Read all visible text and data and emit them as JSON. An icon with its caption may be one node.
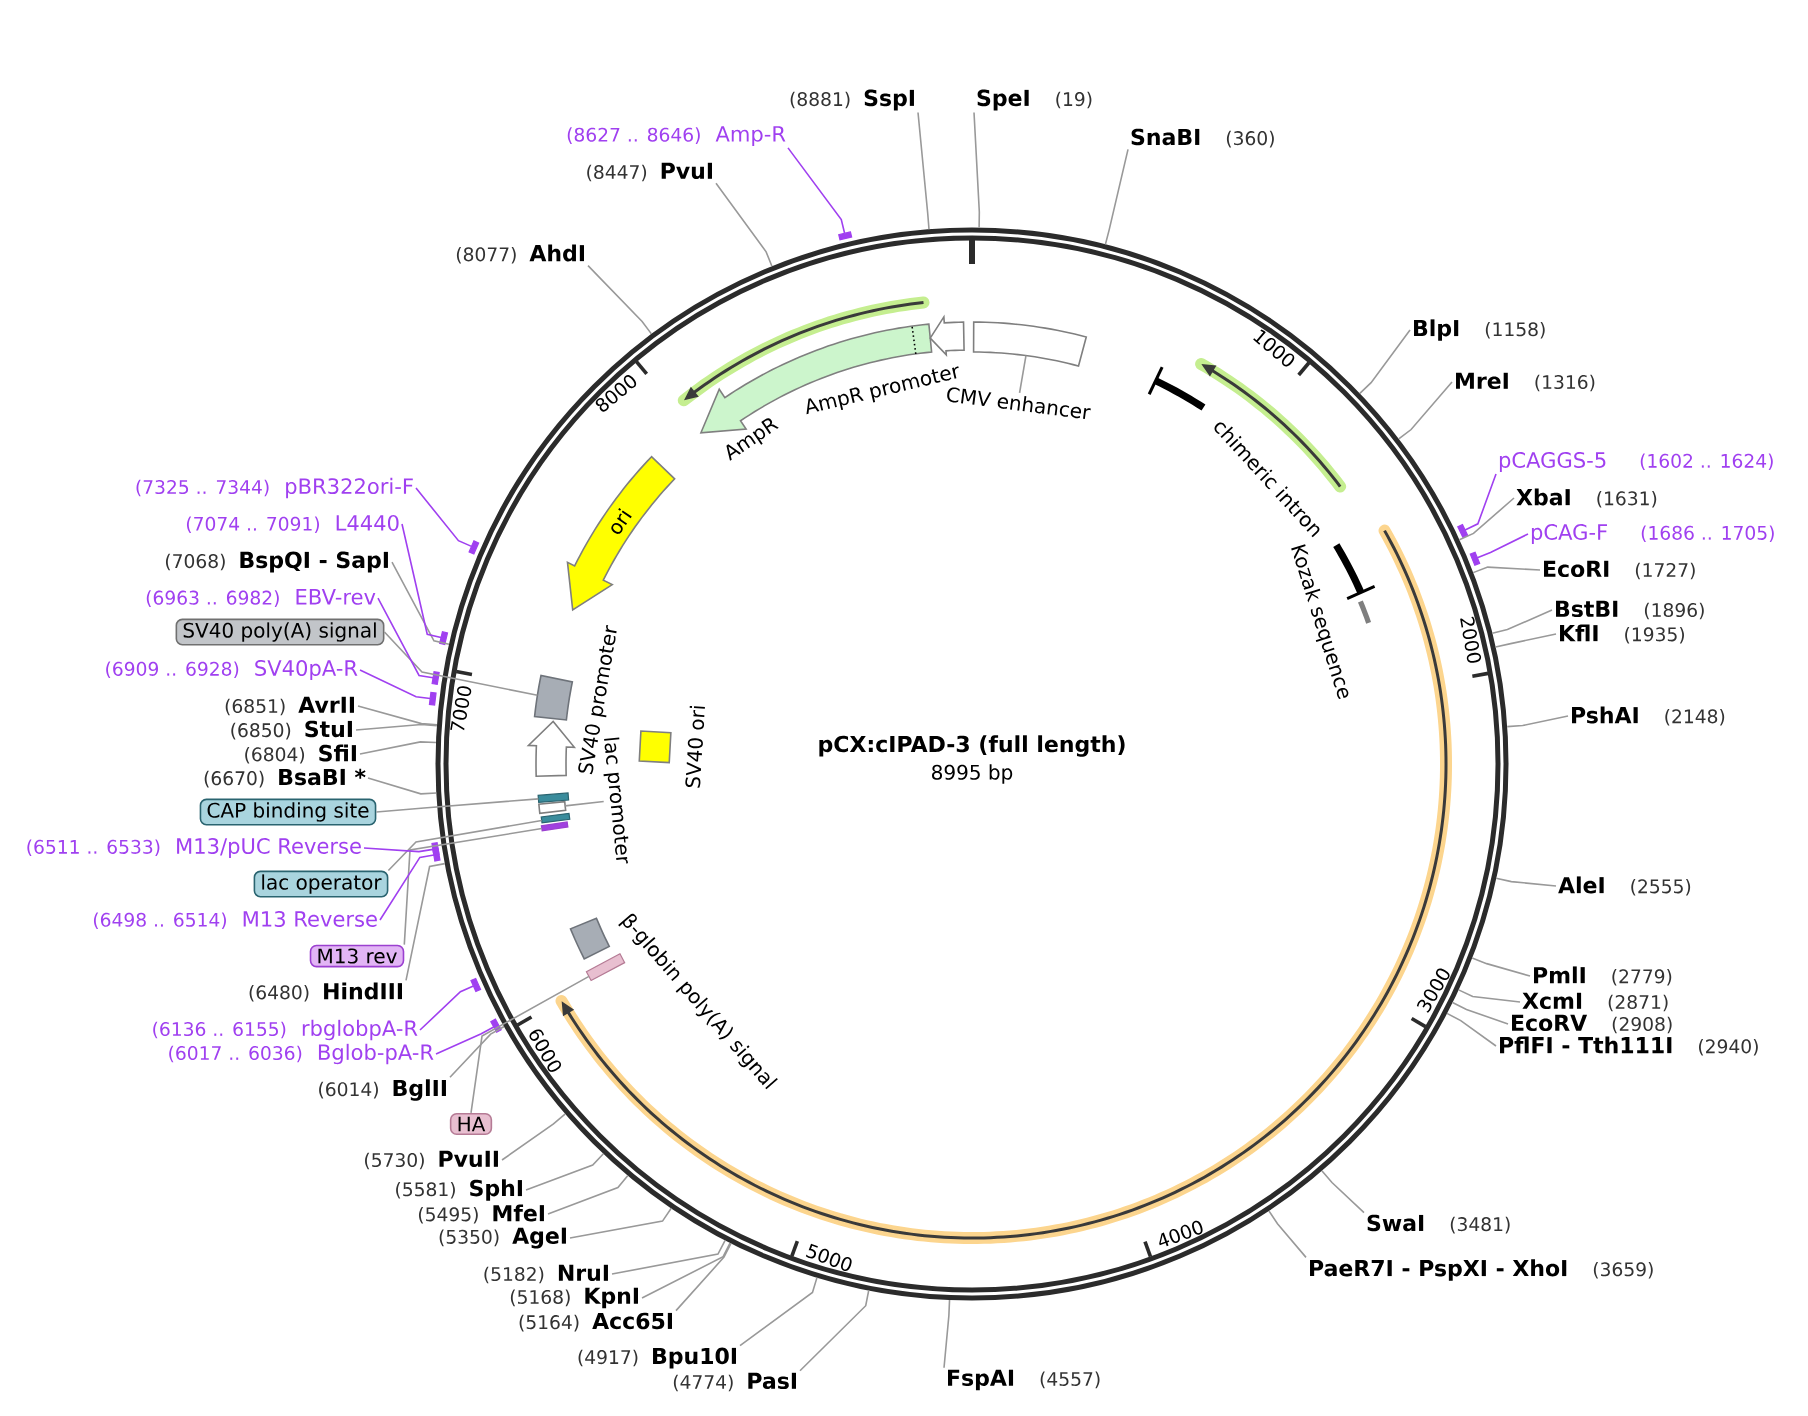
{
  "diagram": {
    "title": "pCX:cIPAD-3 (full length)",
    "nodes": [
      {
        "text": [],
        "shape": "circle"
      },
      {
        "text": [
          "SpeI",
          "(19)"
        ]
      },
      {
        "text": [
          "SnaBI",
          "(360)"
        ]
      },
      {
        "text": [
          "BlpI",
          "(1158)"
        ]
      },
      {
        "text": [
          "MreI",
          "(1316)"
        ]
      },
      {
        "text": [
          "pCAGGS-5",
          "(1602 .. 1624)"
        ]
      },
      {
        "text": [
          "XbaI",
          "(1631)"
        ]
      },
      {
        "text": [
          "pCAG-F",
          "(1686 .. 1705)"
        ]
      },
      {
        "text": [
          "EcoRI",
          "(1727)"
        ]
      },
      {
        "text": [
          "BstBI",
          "(1896)"
        ]
      },
      {
        "text": [
          "KflI",
          "(1935)"
        ]
      },
      {
        "text": [
          "PshAI",
          "(2148)"
        ]
      },
      {
        "text": [
          "AleI",
          "(2555)"
        ]
      },
      {
        "text": [
          "PmlI",
          "(2779)"
        ]
      },
      {
        "text": [
          "XcmI",
          "(2871)"
        ]
      },
      {
        "text": [
          "EcoRV",
          "(2908)"
        ]
      },
      {
        "text": [
          "PflFI - Tth111I",
          "(2940)"
        ]
      },
      {
        "text": [
          "SwaI",
          "(3481)"
        ]
      },
      {
        "text": [
          "PaeR7I - PspXI - XhoI",
          "(3659)"
        ]
      },
      {
        "text": [
          "FspAI",
          "(4557)"
        ]
      },
      {
        "text": [
          "(4774)",
          "PasI"
        ]
      },
      {
        "text": [
          "(4917)",
          "Bpu10I"
        ]
      },
      {
        "text": [
          "(5164)",
          "Acc65I"
        ]
      },
      {
        "text": [
          "(5168)",
          "KpnI"
        ]
      },
      {
        "text": [
          "(5182)",
          "NruI"
        ]
      },
      {
        "text": [
          "(5350)",
          "AgeI"
        ]
      },
      {
        "text": [
          "(5495)",
          "MfeI"
        ]
      },
      {
        "text": [
          "(5581)",
          "SphI"
        ]
      },
      {
        "text": [
          "(5730)",
          "PvuII"
        ]
      },
      {
        "text": [
          "HA"
        ]
      },
      {
        "text": [
          "(6014)",
          "BglII"
        ]
      },
      {
        "text": [
          "(6017 .. 6036)",
          "Bglob-pA-R"
        ]
      },
      {
        "text": [
          "(6136 .. 6155)",
          "rbglobpA-R"
        ]
      },
      {
        "text": [
          "(6480)",
          "HindIII"
        ]
      },
      {
        "text": [
          "M13 rev"
        ]
      },
      {
        "text": [
          "(6498 .. 6514)",
          "M13 Reverse"
        ]
      },
      {
        "text": [
          "lac operator"
        ]
      },
      {
        "text": [
          "(6511 .. 6533)",
          "M13/pUC Reverse"
        ]
      },
      {
        "text": [
          "CAP binding site"
        ]
      },
      {
        "text": [
          "(6670)",
          "BsaBI *"
        ]
      },
      {
        "text": [
          "(6804)",
          "SfiI"
        ]
      },
      {
        "text": [
          "(6850)",
          "StuI"
        ]
      },
      {
        "text": [
          "(6851)",
          "AvrII"
        ]
      },
      {
        "text": [
          "(6909 .. 6928)",
          "SV40pA-R"
        ]
      },
      {
        "text": [
          "SV40 poly(A) signal"
        ]
      },
      {
        "text": [
          "(6963 .. 6982)",
          "EBV-rev"
        ]
      },
      {
        "text": [
          "(7068)",
          "BspQI - SapI"
        ]
      },
      {
        "text": [
          "(7074 .. 7091)",
          "L4440"
        ]
      },
      {
        "text": [
          "(7325 .. 7344)",
          "pBR322ori-F"
        ]
      },
      {
        "text": [
          "(8077)",
          "AhdI"
        ]
      },
      {
        "text": [
          "(8447)",
          "PvuI"
        ]
      },
      {
        "text": [
          "(8627 .. 8646)",
          "Amp-R"
        ]
      },
      {
        "text": [
          "(8881)",
          "SspI"
        ]
      },
      {
        "text": [],
        "shape": "box",
        "in": 0
      },
      {
        "text": [
          "CMV enhancer"
        ],
        "in": 0
      },
      {
        "text": [
          "chimeric intron"
        ],
        "in": 0
      },
      {
        "text": [
          "Kozak sequence"
        ],
        "in": 0
      },
      {
        "text": [
          "β-globin poly(A) signal"
        ],
        "in": 0
      },
      {
        "text": [],
        "shape": "bar",
        "in": 0
      },
      {
        "text": [],
        "shape": "bar",
        "in": 0
      },
      {
        "text": [],
        "shape": "bar",
        "in": 0
      },
      {
        "text": [],
        "shape": "box",
        "in": 0
      },
      {
        "text": [
          "lac promoter"
        ],
        "in": 0
      },
      {
        "text": [],
        "shape": "bar",
        "in": 0
      },
      {
        "text": [
          "SV40 promoter"
        ],
        "in": 0
      },
      {
        "text": [],
        "shape": "box",
        "in": 0
      },
      {
        "text": [
          "SV40 ori"
        ],
        "in": 0
      },
      {
        "text": [
          "ori"
        ],
        "in": 0
      },
      {
        "text": [
          "AmpR"
        ],
        "in": 0
      },
      {
        "text": [
          "AmpR promoter"
        ],
        "in": 0
      },
      {
        "text": [],
        "shape": "bar"
      },
      {
        "text": [],
        "shape": "bar"
      },
      {
        "text": [],
        "shape": "bar"
      },
      {
        "text": [],
        "shape": "bar"
      },
      {
        "text": [],
        "shape": "bar"
      },
      {
        "text": [],
        "shape": "bar"
      },
      {
        "text": [],
        "shape": "bar"
      },
      {
        "text": [],
        "shape": "bar"
      },
      {
        "text": [],
        "shape": "bar"
      },
      {
        "text": [],
        "shape": "bar"
      },
      {
        "text": [],
        "shape": "bar"
      }
    ],
    "edges": [
      {
        "from": 1,
        "to": 0,
        "arrow": "none"
      },
      {
        "from": 2,
        "to": 0,
        "arrow": "none"
      },
      {
        "from": 3,
        "to": 0,
        "arrow": "none"
      },
      {
        "from": 4,
        "to": 0,
        "arrow": "none"
      },
      {
        "from": 5,
        "to": 70,
        "arrow": "none",
        "color": "#a040f0"
      },
      {
        "from": 6,
        "to": 0,
        "arrow": "none"
      },
      {
        "from": 7,
        "to": 71,
        "arrow": "none",
        "color": "#a040f0"
      },
      {
        "from": 8,
        "to": 0,
        "arrow": "none"
      },
      {
        "from": 9,
        "to": 0,
        "arrow": "none"
      },
      {
        "from": 10,
        "to": 0,
        "arrow": "none"
      },
      {
        "from": 11,
        "to": 0,
        "arrow": "none"
      },
      {
        "from": 12,
        "to": 0,
        "arrow": "none"
      },
      {
        "from": 13,
        "to": 0,
        "arrow": "none"
      },
      {
        "from": 14,
        "to": 0,
        "arrow": "none"
      },
      {
        "from": 15,
        "to": 0,
        "arrow": "none"
      },
      {
        "from": 16,
        "to": 0,
        "arrow": "none"
      },
      {
        "from": 17,
        "to": 0,
        "arrow": "none"
      },
      {
        "from": 18,
        "to": 0,
        "arrow": "none"
      },
      {
        "from": 19,
        "to": 0,
        "arrow": "none"
      },
      {
        "from": 20,
        "to": 0,
        "arrow": "none"
      },
      {
        "from": 21,
        "to": 0,
        "arrow": "none"
      },
      {
        "from": 22,
        "to": 0,
        "arrow": "none"
      },
      {
        "from": 23,
        "to": 0,
        "arrow": "none"
      },
      {
        "from": 24,
        "to": 0,
        "arrow": "none"
      },
      {
        "from": 25,
        "to": 0,
        "arrow": "none"
      },
      {
        "from": 26,
        "to": 0,
        "arrow": "none"
      },
      {
        "from": 27,
        "to": 0,
        "arrow": "none"
      },
      {
        "from": 28,
        "to": 0,
        "arrow": "none"
      },
      {
        "from": 29,
        "to": 58,
        "arrow": "none"
      },
      {
        "from": 30,
        "to": 0,
        "arrow": "none"
      },
      {
        "from": 31,
        "to": 72,
        "arrow": "none",
        "color": "#a040f0"
      },
      {
        "from": 32,
        "to": 73,
        "arrow": "none",
        "color": "#a040f0"
      },
      {
        "from": 33,
        "to": 0,
        "arrow": "none"
      },
      {
        "from": 34,
        "to": 59,
        "arrow": "none"
      },
      {
        "from": 35,
        "to": 74,
        "arrow": "none",
        "color": "#a040f0"
      },
      {
        "from": 36,
        "to": 60,
        "arrow": "none"
      },
      {
        "from": 37,
        "to": 75,
        "arrow": "none",
        "color": "#a040f0"
      },
      {
        "from": 38,
        "to": 63,
        "arrow": "none"
      },
      {
        "from": 39,
        "to": 0,
        "arrow": "none"
      },
      {
        "from": 40,
        "to": 0,
        "arrow": "none"
      },
      {
        "from": 41,
        "to": 0,
        "arrow": "none"
      },
      {
        "from": 42,
        "to": 0,
        "arrow": "none"
      },
      {
        "from": 43,
        "to": 76,
        "arrow": "none",
        "color": "#a040f0"
      },
      {
        "from": 44,
        "to": 65,
        "arrow": "none"
      },
      {
        "from": 45,
        "to": 77,
        "arrow": "none",
        "color": "#a040f0"
      },
      {
        "from": 46,
        "to": 0,
        "arrow": "none"
      },
      {
        "from": 47,
        "to": 78,
        "arrow": "none",
        "color": "#a040f0"
      },
      {
        "from": 48,
        "to": 79,
        "arrow": "none",
        "color": "#a040f0"
      },
      {
        "from": 49,
        "to": 0,
        "arrow": "none"
      },
      {
        "from": 50,
        "to": 0,
        "arrow": "none"
      },
      {
        "from": 51,
        "to": 80,
        "arrow": "none",
        "color": "#a040f0"
      },
      {
        "from": 52,
        "to": 0,
        "arrow": "none"
      },
      {
        "from": 54,
        "to": 53,
        "arrow": "none"
      },
      {
        "from": 62,
        "to": 61,
        "arrow": "none"
      }
    ],
    "labels": [
      "8995 bp",
      "1000",
      "2000",
      "3000",
      "4000",
      "5000",
      "6000",
      "7000",
      "8000"
    ]
  }
}
